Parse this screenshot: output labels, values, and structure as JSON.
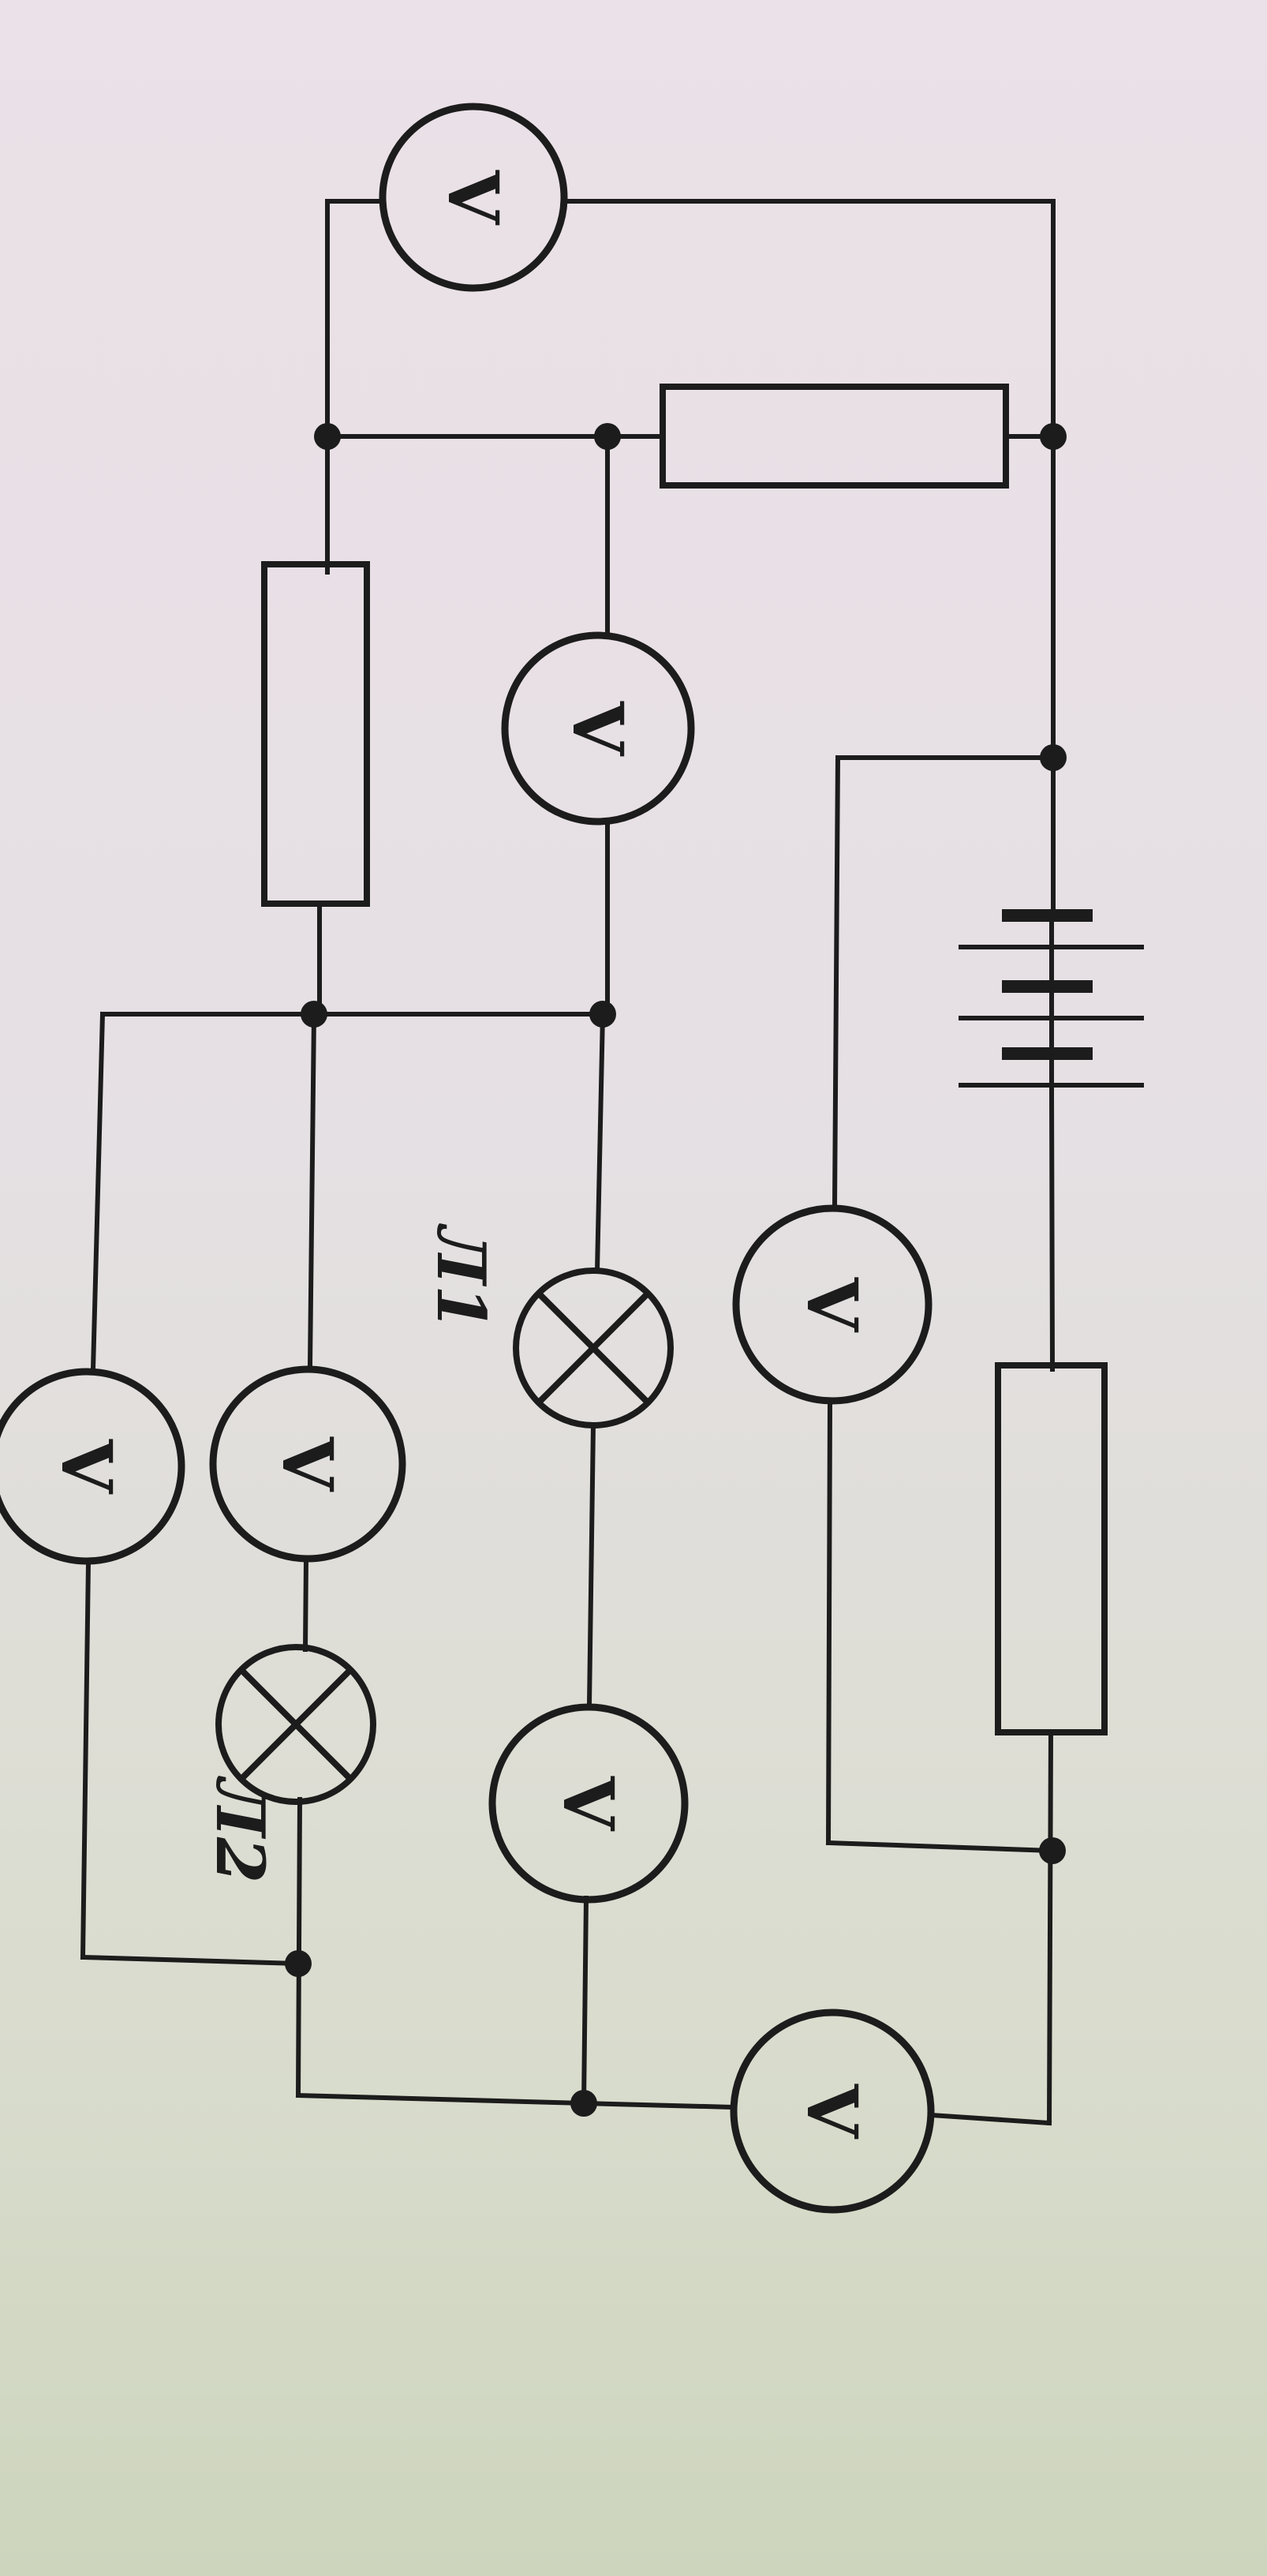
{
  "voltmeter_symbol": "V",
  "lamps": [
    {
      "id": "lamp-1",
      "label": "Л1"
    },
    {
      "id": "lamp-2",
      "label": "Л2"
    }
  ]
}
